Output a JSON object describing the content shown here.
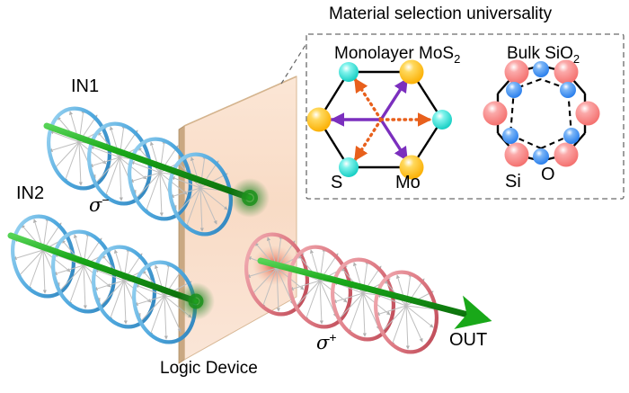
{
  "figure": {
    "type": "schematic-diagram",
    "description": "Chiral-light logic device schematic with material-selection inset"
  },
  "labels": {
    "in1": "IN1",
    "in2": "IN2",
    "out": "OUT",
    "device": "Logic Device",
    "sigma_minus_base": "σ",
    "sigma_minus_sup": "−",
    "sigma_plus_base": "σ",
    "sigma_plus_sup": "+"
  },
  "inset": {
    "title": "Material selection universality",
    "panels": [
      {
        "id": "mos2",
        "title_main": "Monolayer MoS",
        "title_sub": "2",
        "lattice": "hexagon",
        "atoms": [
          {
            "label": "S",
            "color": "#2BE0D5",
            "radius": 11,
            "positions": [
              "top-left",
              "bottom-left",
              "right"
            ]
          },
          {
            "label": "Mo",
            "color": "#FFC015",
            "radius": 13,
            "positions": [
              "top-right",
              "bottom-right",
              "left"
            ]
          }
        ],
        "atom_labels": [
          "S",
          "Mo"
        ],
        "vectors": [
          {
            "style": "solid",
            "color": "#7B2FBE",
            "direction": "up-right"
          },
          {
            "style": "solid",
            "color": "#7B2FBE",
            "direction": "left"
          },
          {
            "style": "solid",
            "color": "#7B2FBE",
            "direction": "down-right"
          },
          {
            "style": "dotted",
            "color": "#E8601C",
            "direction": "up-left"
          },
          {
            "style": "dotted",
            "color": "#E8601C",
            "direction": "right"
          },
          {
            "style": "dotted",
            "color": "#E8601C",
            "direction": "down-left"
          }
        ]
      },
      {
        "id": "sio2",
        "title_main": "Bulk SiO",
        "title_sub": "2",
        "lattice": "twelve-membered-ring",
        "atoms": [
          {
            "label": "Si",
            "color": "#F98080",
            "radius": 13,
            "count": 6
          },
          {
            "label": "O",
            "color": "#3E8FF0",
            "radius": 9,
            "count": 6
          }
        ],
        "atom_labels": [
          "Si",
          "O"
        ],
        "inner_ring_style": "dashed"
      }
    ],
    "border_style": "dashed",
    "border_color": "#6a6a6a"
  },
  "colors": {
    "helix_in": "#5FB7E8",
    "helix_in_dark": "#2E86C1",
    "helix_out": "#E8888E",
    "helix_out_dark": "#C0424E",
    "beam": "#1FA91F",
    "beam_dark": "#0E7A0E",
    "plane_fill": "#F9DCC4",
    "plane_edge": "#C9A882",
    "arrow_gray": "#B8B8B8",
    "purple": "#7B2FBE",
    "orange": "#E8601C",
    "mo": "#FFC015",
    "s": "#2BE0D5",
    "si": "#F98080",
    "o": "#3E8FF0"
  },
  "helices": [
    {
      "name": "in1",
      "rings": 4,
      "color": "#5FB7E8",
      "handedness": "left",
      "polarization": "sigma-minus"
    },
    {
      "name": "in2",
      "rings": 4,
      "color": "#5FB7E8",
      "handedness": "left",
      "polarization": "sigma-minus"
    },
    {
      "name": "out",
      "rings": 4,
      "color": "#E8888E",
      "handedness": "right",
      "polarization": "sigma-plus"
    }
  ]
}
